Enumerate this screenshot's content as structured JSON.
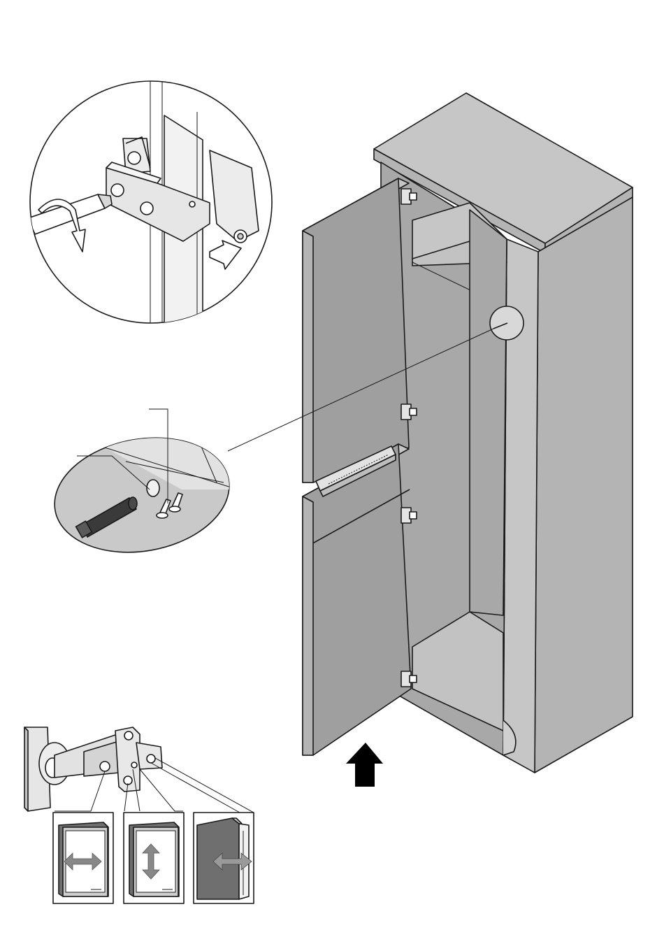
{
  "page": {
    "background": "#ffffff",
    "line_color": "#1a1a1a"
  },
  "cabinet": {
    "top_color": "#c6c6c6",
    "side_color": "#b4b4b4",
    "interior_color": "#a8a8a8",
    "door_color": "#9f9f9f",
    "shelf_color": "#c2c2c2"
  },
  "adjustment_panels": {
    "panel_face_color": "#cfcfcf",
    "panel_dark_color": "#6f6f6f",
    "arrow_color": "#888888",
    "panels": [
      {
        "direction": "horizontal"
      },
      {
        "direction": "vertical"
      },
      {
        "direction": "depth"
      }
    ]
  },
  "direction_arrow": {
    "color": "#000000",
    "direction": "up"
  }
}
